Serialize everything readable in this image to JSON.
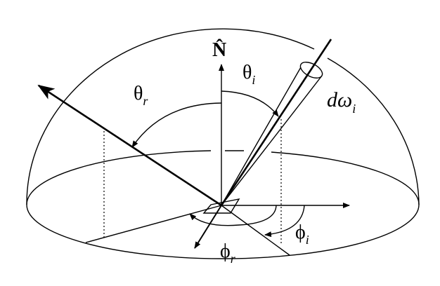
{
  "labels": {
    "normal": "N̂",
    "theta_i": "θ",
    "theta_i_sub": "i",
    "theta_r": "θ",
    "theta_r_sub": "r",
    "domega": "dω",
    "domega_sub": "i",
    "phi_i": "ϕ",
    "phi_i_sub": "i",
    "phi_r": "ϕ",
    "phi_r_sub": "r"
  }
}
